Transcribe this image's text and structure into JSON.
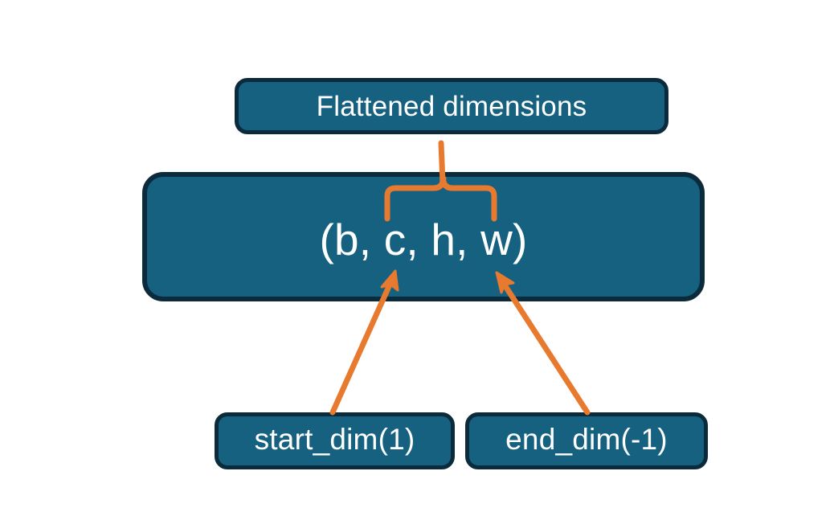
{
  "diagram": {
    "title": "Flatten dimensions diagram",
    "background_color": "#ffffff",
    "node_fill_color": "#176180",
    "node_border_color": "#0B2B3C",
    "node_text_color": "#ffffff",
    "connector_color": "#E87A2F",
    "nodes": {
      "flattened": {
        "label": "Flattened dimensions"
      },
      "shape": {
        "label": "(b, c, h, w)"
      },
      "start_dim": {
        "label": "start_dim(1)"
      },
      "end_dim": {
        "label": "end_dim(-1)"
      }
    },
    "connectors": [
      {
        "name": "brace-over-flattened-dims",
        "kind": "curly-brace-with-stem",
        "points_to": "flattened",
        "spans": "(c, h, w)"
      },
      {
        "name": "start-dim-arrow",
        "kind": "arrow",
        "from": "start_dim",
        "to": "shape"
      },
      {
        "name": "end-dim-arrow",
        "kind": "arrow",
        "from": "end_dim",
        "to": "shape"
      }
    ]
  }
}
